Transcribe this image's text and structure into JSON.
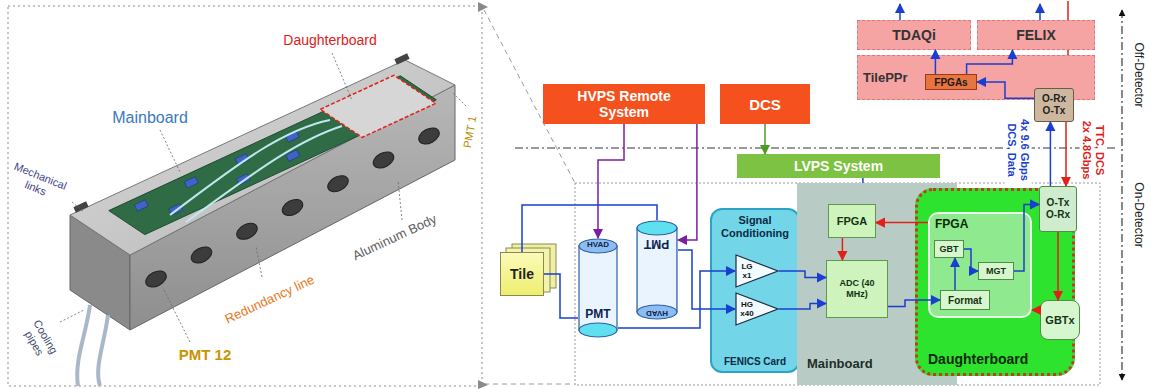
{
  "diagram": {
    "nodes": [
      {
        "text": [
          "TDAQi"
        ]
      },
      {
        "text": [
          "FELIX"
        ]
      },
      {
        "text": [
          "TilePPr"
        ]
      },
      {
        "text": [
          "FPGAs"
        ],
        "in": 2
      },
      {
        "text": [
          "O-Rx O-Tx"
        ]
      },
      {
        "text": [
          "HVPS Remote System"
        ]
      },
      {
        "text": [
          "DCS"
        ]
      },
      {
        "text": [
          "LVPS System"
        ]
      },
      {
        "text": [
          "Tile"
        ]
      },
      {
        "text": [
          "HVAD",
          "PMT"
        ]
      },
      {
        "text": [
          "PMT",
          "HVAD"
        ]
      },
      {
        "text": [
          "Signal Conditioning",
          "FENICS Card"
        ]
      },
      {
        "text": [
          "LG x1"
        ],
        "in": 11
      },
      {
        "text": [
          "HG x40"
        ],
        "in": 11
      },
      {
        "text": [
          "Mainboard"
        ]
      },
      {
        "text": [
          "FPGA"
        ],
        "in": 14
      },
      {
        "text": [
          "ADC (40 MHz)"
        ],
        "in": 14
      },
      {
        "text": [
          "Daughterboard"
        ]
      },
      {
        "text": [
          "FPGA"
        ],
        "in": 17
      },
      {
        "text": [
          "GBT"
        ],
        "in": 18
      },
      {
        "text": [
          "MGT"
        ],
        "in": 18
      },
      {
        "text": [
          "Format"
        ],
        "in": 18
      },
      {
        "text": [
          "O-Tx O-Rx"
        ],
        "in": 17
      },
      {
        "text": [
          "GBTx"
        ],
        "in": 17
      }
    ],
    "edges": [
      {
        "from": 3,
        "to": 0,
        "arrow": "to"
      },
      {
        "from": 3,
        "to": 1,
        "arrow": "to"
      },
      {
        "from": 4,
        "to": 3,
        "arrow": "to"
      },
      {
        "from": 22,
        "to": 4,
        "arrow": "to"
      },
      {
        "from": 4,
        "to": 22,
        "arrow": "to"
      },
      {
        "from": 5,
        "to": 9,
        "arrow": "to"
      },
      {
        "from": 5,
        "to": 10,
        "arrow": "to"
      },
      {
        "from": 6,
        "to": 7,
        "arrow": "to"
      },
      {
        "from": 7,
        "to": 14,
        "arrow": "none"
      },
      {
        "from": 8,
        "to": 9,
        "arrow": "none"
      },
      {
        "from": 8,
        "to": 10,
        "arrow": "none"
      },
      {
        "from": 9,
        "to": 12,
        "arrow": "to"
      },
      {
        "from": 10,
        "to": 13,
        "arrow": "to"
      },
      {
        "from": 12,
        "to": 16,
        "arrow": "to"
      },
      {
        "from": 13,
        "to": 16,
        "arrow": "to"
      },
      {
        "from": 15,
        "to": 16,
        "arrow": "to"
      },
      {
        "from": 16,
        "to": 21,
        "arrow": "to"
      },
      {
        "from": 21,
        "to": 19,
        "arrow": "to"
      },
      {
        "from": 19,
        "to": 20,
        "arrow": "to"
      },
      {
        "from": 20,
        "to": 22,
        "arrow": "to"
      },
      {
        "from": 18,
        "to": 15,
        "arrow": "to"
      },
      {
        "from": 23,
        "to": 18,
        "arrow": "to"
      },
      {
        "from": 22,
        "to": 23,
        "arrow": "to"
      }
    ],
    "labels": [
      "Daughterboard",
      "Mainboard",
      "PMT 1",
      "Mechanical links",
      "Aluminum Body",
      "Cooling pipes",
      "PMT 12",
      "Redundancy line",
      "Off-Detector",
      "On-Detector",
      "TTC, DCS 2x 4.8Gbps",
      "4x 9.6 Gbps DCS, Data"
    ]
  }
}
